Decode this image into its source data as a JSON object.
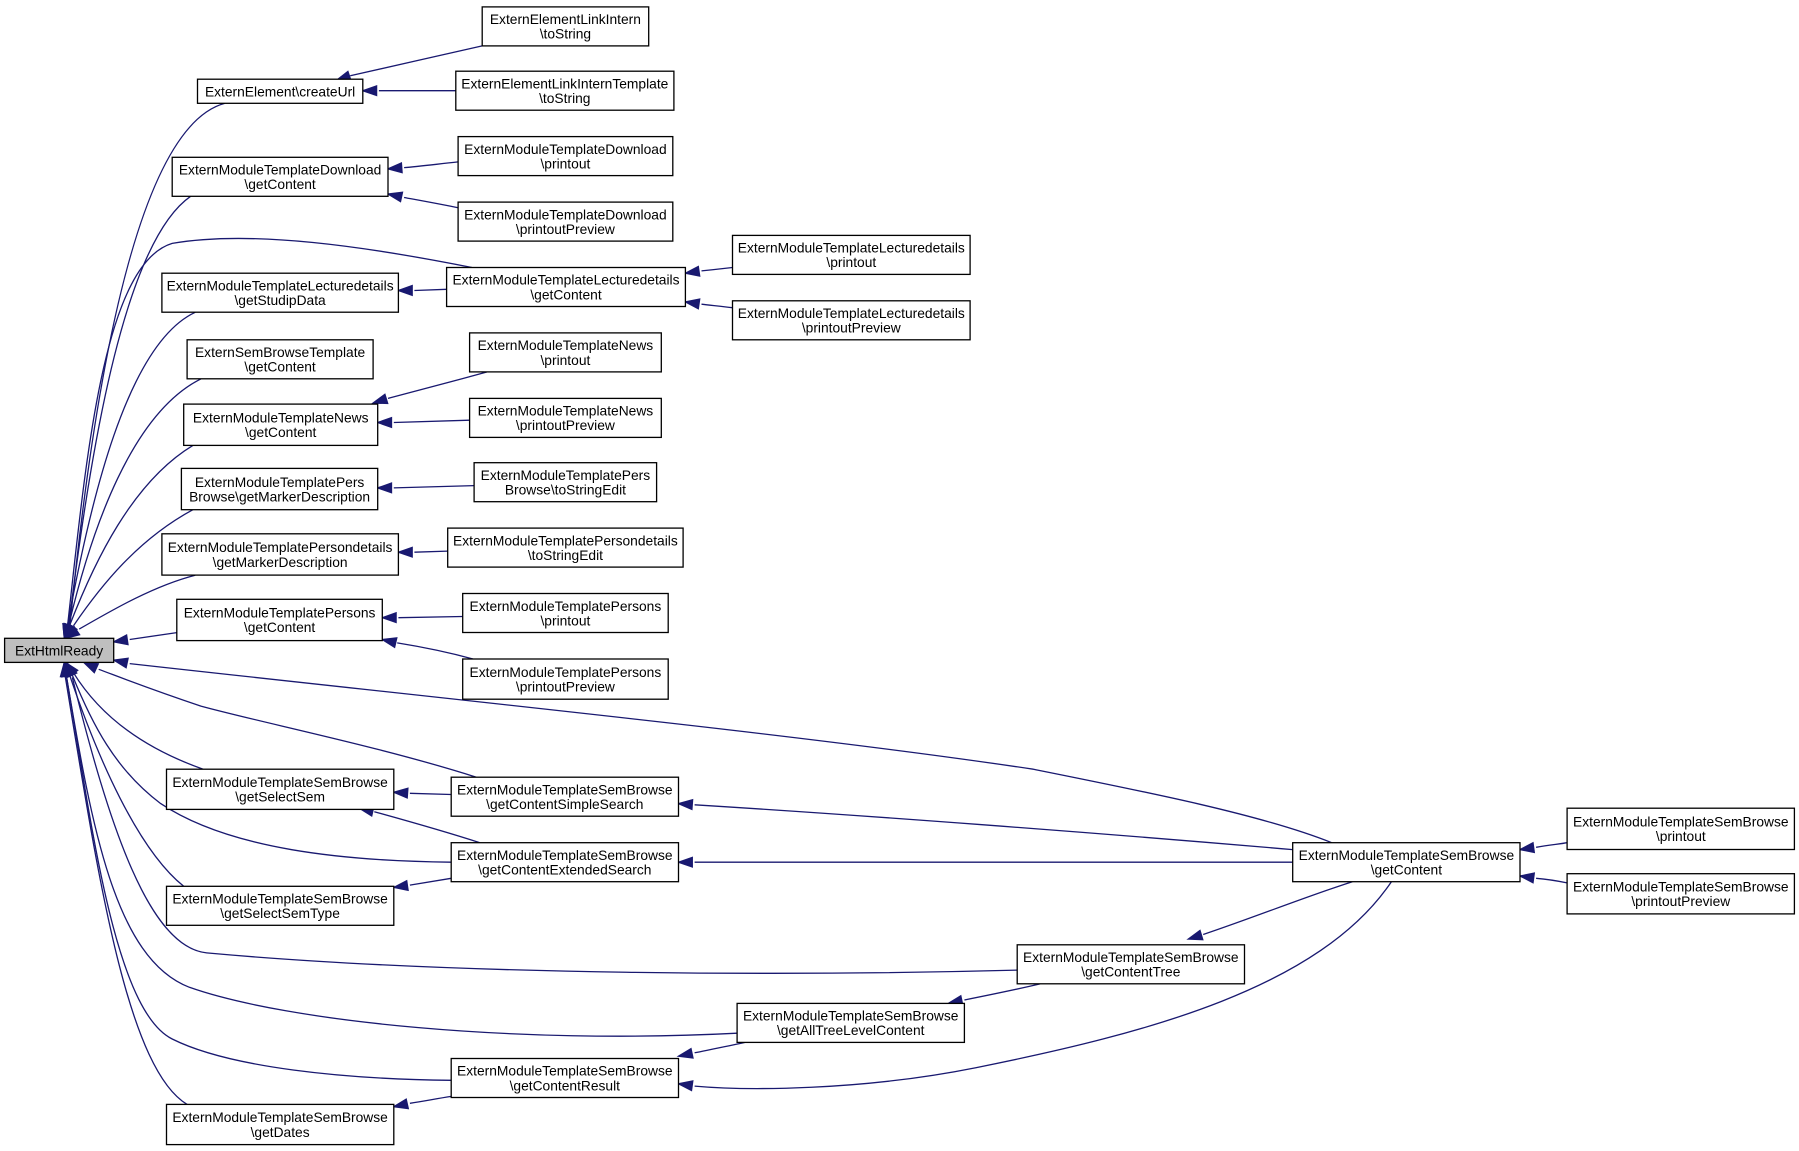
{
  "colors": {
    "edge": "#191970",
    "node_border": "#000000",
    "root_fill": "#bfbfbf",
    "node_fill": "#ffffff"
  },
  "nodes": [
    {
      "id": "root",
      "lines": [
        "ExtHtmlReady"
      ],
      "root": true
    },
    {
      "id": "ee_createUrl",
      "lines": [
        "ExternElement\\createUrl"
      ]
    },
    {
      "id": "eeli_toString",
      "lines": [
        "ExternElementLinkIntern",
        "\\toString"
      ]
    },
    {
      "id": "eelit_toString",
      "lines": [
        "ExternElementLinkInternTemplate",
        "\\toString"
      ]
    },
    {
      "id": "emtd_getContent",
      "lines": [
        "ExternModuleTemplateDownload",
        "\\getContent"
      ]
    },
    {
      "id": "emtd_printout",
      "lines": [
        "ExternModuleTemplateDownload",
        "\\printout"
      ]
    },
    {
      "id": "emtd_printoutPreview",
      "lines": [
        "ExternModuleTemplateDownload",
        "\\printoutPreview"
      ]
    },
    {
      "id": "emtl_getStudipData",
      "lines": [
        "ExternModuleTemplateLecturedetails",
        "\\getStudipData"
      ]
    },
    {
      "id": "emtl_getContent",
      "lines": [
        "ExternModuleTemplateLecturedetails",
        "\\getContent"
      ]
    },
    {
      "id": "emtl_printout",
      "lines": [
        "ExternModuleTemplateLecturedetails",
        "\\printout"
      ]
    },
    {
      "id": "emtl_printoutPreview",
      "lines": [
        "ExternModuleTemplateLecturedetails",
        "\\printoutPreview"
      ]
    },
    {
      "id": "esbt_getContent",
      "lines": [
        "ExternSemBrowseTemplate",
        "\\getContent"
      ]
    },
    {
      "id": "emtn_getContent",
      "lines": [
        "ExternModuleTemplateNews",
        "\\getContent"
      ]
    },
    {
      "id": "emtn_printout",
      "lines": [
        "ExternModuleTemplateNews",
        "\\printout"
      ]
    },
    {
      "id": "emtn_printoutPreview",
      "lines": [
        "ExternModuleTemplateNews",
        "\\printoutPreview"
      ]
    },
    {
      "id": "emtpb_getMarker",
      "lines": [
        "ExternModuleTemplatePers",
        "Browse\\getMarkerDescription"
      ]
    },
    {
      "id": "emtpb_toStringEdit",
      "lines": [
        "ExternModuleTemplatePers",
        "Browse\\toStringEdit"
      ]
    },
    {
      "id": "emtpd_getMarker",
      "lines": [
        "ExternModuleTemplatePersondetails",
        "\\getMarkerDescription"
      ]
    },
    {
      "id": "emtpd_toStringEdit",
      "lines": [
        "ExternModuleTemplatePersondetails",
        "\\toStringEdit"
      ]
    },
    {
      "id": "emtp_getContent",
      "lines": [
        "ExternModuleTemplatePersons",
        "\\getContent"
      ]
    },
    {
      "id": "emtp_printout",
      "lines": [
        "ExternModuleTemplatePersons",
        "\\printout"
      ]
    },
    {
      "id": "emtp_printoutPreview",
      "lines": [
        "ExternModuleTemplatePersons",
        "\\printoutPreview"
      ]
    },
    {
      "id": "emtsb_getSelectSem",
      "lines": [
        "ExternModuleTemplateSemBrowse",
        "\\getSelectSem"
      ]
    },
    {
      "id": "emtsb_getContentSimpleSearch",
      "lines": [
        "ExternModuleTemplateSemBrowse",
        "\\getContentSimpleSearch"
      ]
    },
    {
      "id": "emtsb_getContentExtendedSearch",
      "lines": [
        "ExternModuleTemplateSemBrowse",
        "\\getContentExtendedSearch"
      ]
    },
    {
      "id": "emtsb_getSelectSemType",
      "lines": [
        "ExternModuleTemplateSemBrowse",
        "\\getSelectSemType"
      ]
    },
    {
      "id": "emtsb_getContent",
      "lines": [
        "ExternModuleTemplateSemBrowse",
        "\\getContent"
      ]
    },
    {
      "id": "emtsb_printout",
      "lines": [
        "ExternModuleTemplateSemBrowse",
        "\\printout"
      ]
    },
    {
      "id": "emtsb_printoutPreview",
      "lines": [
        "ExternModuleTemplateSemBrowse",
        "\\printoutPreview"
      ]
    },
    {
      "id": "emtsb_getContentTree",
      "lines": [
        "ExternModuleTemplateSemBrowse",
        "\\getContentTree"
      ]
    },
    {
      "id": "emtsb_getAllTreeLevelContent",
      "lines": [
        "ExternModuleTemplateSemBrowse",
        "\\getAllTreeLevelContent"
      ]
    },
    {
      "id": "emtsb_getContentResult",
      "lines": [
        "ExternModuleTemplateSemBrowse",
        "\\getContentResult"
      ]
    },
    {
      "id": "emtsb_getDates",
      "lines": [
        "ExternModuleTemplateSemBrowse",
        "\\getDates"
      ]
    }
  ],
  "edges": [
    {
      "from": "eeli_toString",
      "to": "ee_createUrl"
    },
    {
      "from": "eelit_toString",
      "to": "ee_createUrl"
    },
    {
      "from": "ee_createUrl",
      "to": "root"
    },
    {
      "from": "emtd_printout",
      "to": "emtd_getContent"
    },
    {
      "from": "emtd_printoutPreview",
      "to": "emtd_getContent"
    },
    {
      "from": "emtd_getContent",
      "to": "root"
    },
    {
      "from": "emtl_getContent",
      "to": "emtl_getStudipData"
    },
    {
      "from": "emtl_printout",
      "to": "emtl_getContent"
    },
    {
      "from": "emtl_printoutPreview",
      "to": "emtl_getContent"
    },
    {
      "from": "emtl_getContent",
      "to": "root"
    },
    {
      "from": "emtl_getStudipData",
      "to": "root"
    },
    {
      "from": "esbt_getContent",
      "to": "root"
    },
    {
      "from": "emtn_printout",
      "to": "emtn_getContent"
    },
    {
      "from": "emtn_printoutPreview",
      "to": "emtn_getContent"
    },
    {
      "from": "emtn_getContent",
      "to": "root"
    },
    {
      "from": "emtpb_toStringEdit",
      "to": "emtpb_getMarker"
    },
    {
      "from": "emtpb_getMarker",
      "to": "root"
    },
    {
      "from": "emtpd_toStringEdit",
      "to": "emtpd_getMarker"
    },
    {
      "from": "emtpd_getMarker",
      "to": "root"
    },
    {
      "from": "emtp_printout",
      "to": "emtp_getContent"
    },
    {
      "from": "emtp_printoutPreview",
      "to": "emtp_getContent"
    },
    {
      "from": "emtp_getContent",
      "to": "root"
    },
    {
      "from": "emtsb_getContentSimpleSearch",
      "to": "emtsb_getSelectSem"
    },
    {
      "from": "emtsb_getContentExtendedSearch",
      "to": "emtsb_getSelectSem"
    },
    {
      "from": "emtsb_getSelectSem",
      "to": "root"
    },
    {
      "from": "emtsb_getContentSimpleSearch",
      "to": "root"
    },
    {
      "from": "emtsb_getContentExtendedSearch",
      "to": "root"
    },
    {
      "from": "emtsb_getContentExtendedSearch",
      "to": "emtsb_getSelectSemType"
    },
    {
      "from": "emtsb_getSelectSemType",
      "to": "root"
    },
    {
      "from": "emtsb_getContent",
      "to": "emtsb_getContentSimpleSearch"
    },
    {
      "from": "emtsb_getContent",
      "to": "emtsb_getContentExtendedSearch"
    },
    {
      "from": "emtsb_getContent",
      "to": "root"
    },
    {
      "from": "emtsb_printout",
      "to": "emtsb_getContent"
    },
    {
      "from": "emtsb_printoutPreview",
      "to": "emtsb_getContent"
    },
    {
      "from": "emtsb_getContentTree",
      "to": "root"
    },
    {
      "from": "emtsb_getContent",
      "to": "emtsb_getContentTree"
    },
    {
      "from": "emtsb_getContentTree",
      "to": "emtsb_getAllTreeLevelContent"
    },
    {
      "from": "emtsb_getAllTreeLevelContent",
      "to": "root"
    },
    {
      "from": "emtsb_getAllTreeLevelContent",
      "to": "emtsb_getContentResult"
    },
    {
      "from": "emtsb_getContent",
      "to": "emtsb_getContentResult"
    },
    {
      "from": "emtsb_getContentResult",
      "to": "root"
    },
    {
      "from": "emtsb_getContentResult",
      "to": "emtsb_getDates"
    },
    {
      "from": "emtsb_getDates",
      "to": "root"
    }
  ]
}
